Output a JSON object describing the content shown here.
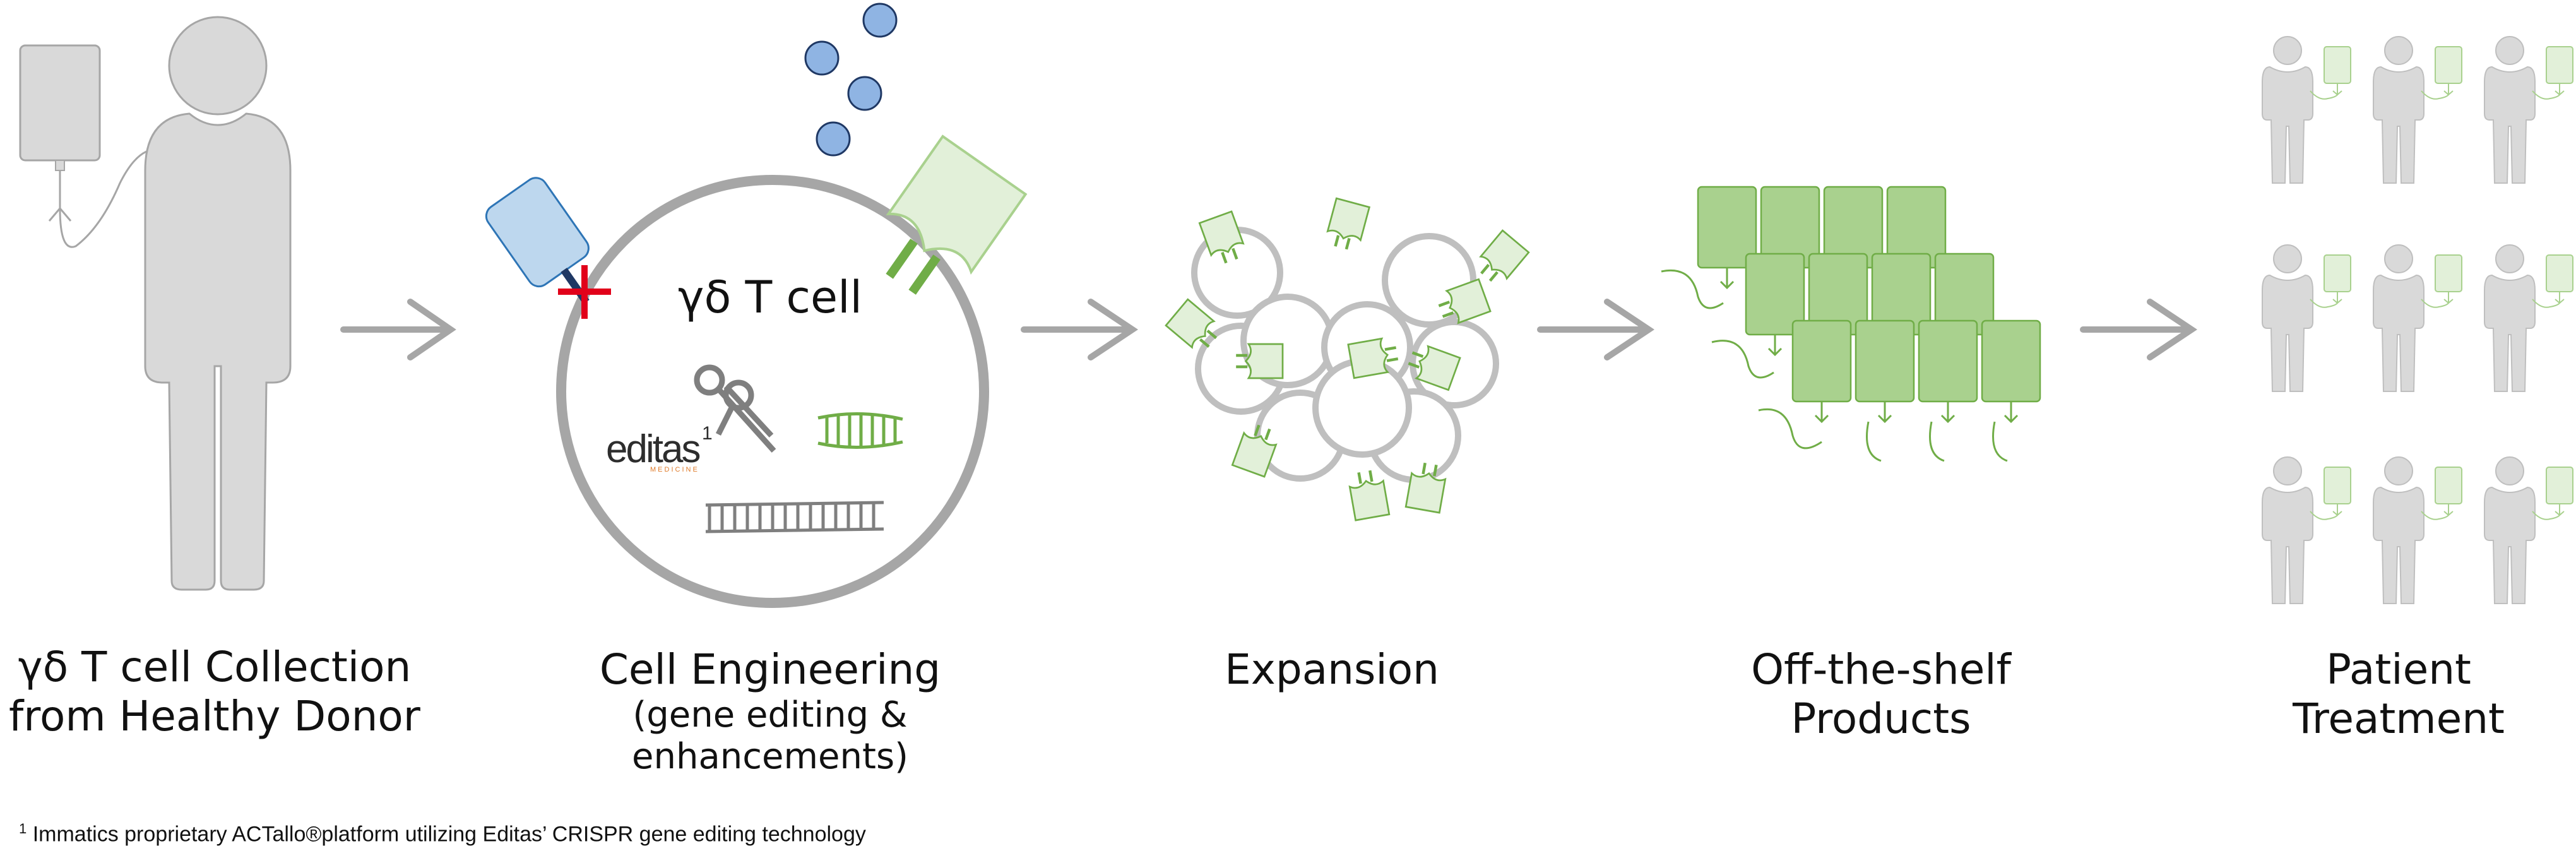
{
  "stages": [
    {
      "title": "γδ T cell Collection",
      "subtitle": "from Healthy Donor"
    },
    {
      "title": "Cell Engineering",
      "subtitle": "(gene editing & enhancements)"
    },
    {
      "title": "Expansion",
      "subtitle": ""
    },
    {
      "title": "Off-the-shelf",
      "subtitle": "Products"
    },
    {
      "title": "Patient",
      "subtitle": "Treatment"
    }
  ],
  "cell_label": "γδ T cell",
  "editas_logo": {
    "word": "editas",
    "superscript": "1",
    "tagline": "MEDICINE"
  },
  "footnote": {
    "marker": "1",
    "text": " Immatics proprietary ACTallo®platform utilizing Editas’ CRISPR gene editing technology"
  },
  "colors": {
    "person_gray": "#d9d9d9",
    "outline_gray": "#a6a6a6",
    "arrow_gray": "#a6a6a6",
    "product_green": "#a9d18e",
    "product_green_dark": "#70ad47",
    "light_green": "#e2f0d9",
    "receptor_blue": "#9dc3e6",
    "ball_blue": "#8fb4e3",
    "knockout_red": "#e1001a",
    "logo_orange": "#e07b2a"
  },
  "icons": [
    "donor-silhouette-icon",
    "iv-bag-icon",
    "arrow-right-icon",
    "cell-membrane-icon",
    "receptor-knockout-icon",
    "car-receptor-icon",
    "ligand-ball-icon",
    "scissors-icon",
    "dna-ladder-icon",
    "cell-cluster-icon",
    "product-bag-icon",
    "patient-silhouette-icon"
  ]
}
